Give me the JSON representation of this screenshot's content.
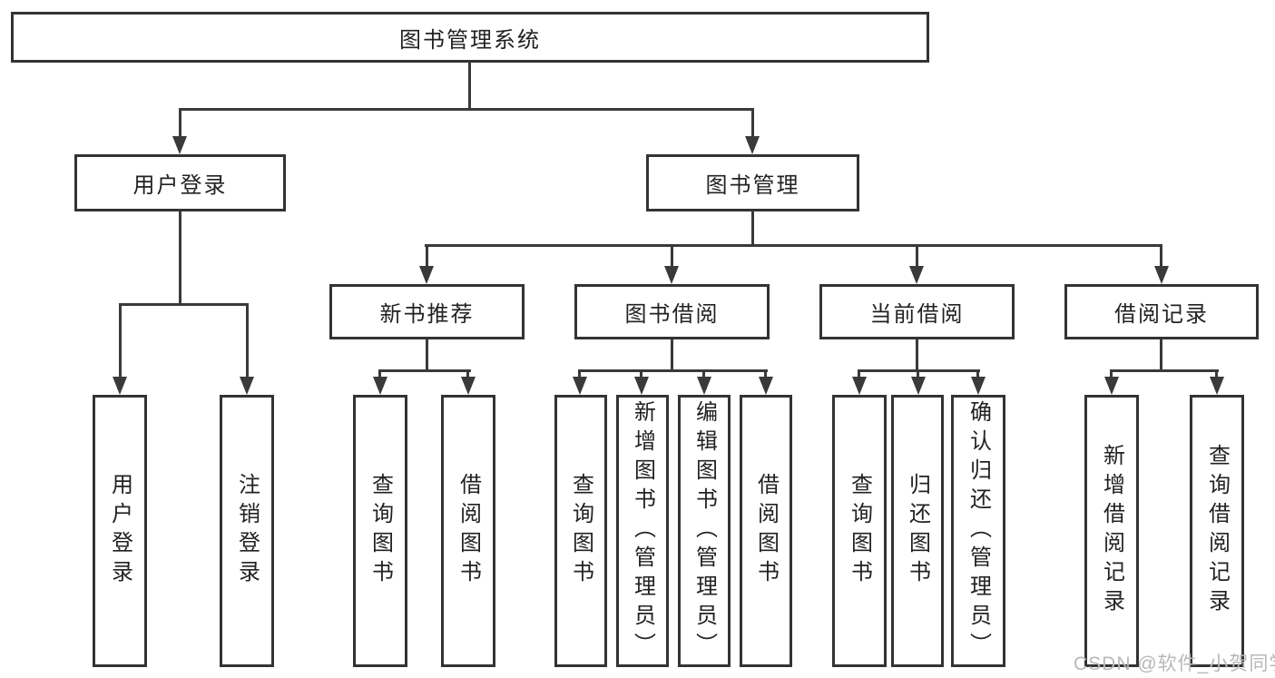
{
  "diagram": {
    "root": {
      "label": "图书管理系统"
    },
    "level2": [
      {
        "label": "用户登录"
      },
      {
        "label": "图书管理"
      }
    ],
    "level3": [
      {
        "label": "新书推荐"
      },
      {
        "label": "图书借阅"
      },
      {
        "label": "当前借阅"
      },
      {
        "label": "借阅记录"
      }
    ],
    "level4": {
      "user_login": [
        "用户登录",
        "注销登录"
      ],
      "new_book_recommend": [
        "查询图书",
        "借阅图书"
      ],
      "book_borrowing": [
        "查询图书",
        "新增图书（管理员）",
        "编辑图书（管理员）",
        "借阅图书"
      ],
      "current_borrowing": [
        "查询图书",
        "归还图书",
        "确认归还（管理员）"
      ],
      "borrowing_records": [
        "新增借阅记录",
        "查询借阅记录"
      ]
    }
  },
  "watermark": {
    "text": "CSDN @软件_小贺同学"
  },
  "colors": {
    "line": "#3a3a3a",
    "box_border": "#333333",
    "text": "#222222",
    "background": "#ffffff",
    "watermark": "#b8b8b8"
  }
}
